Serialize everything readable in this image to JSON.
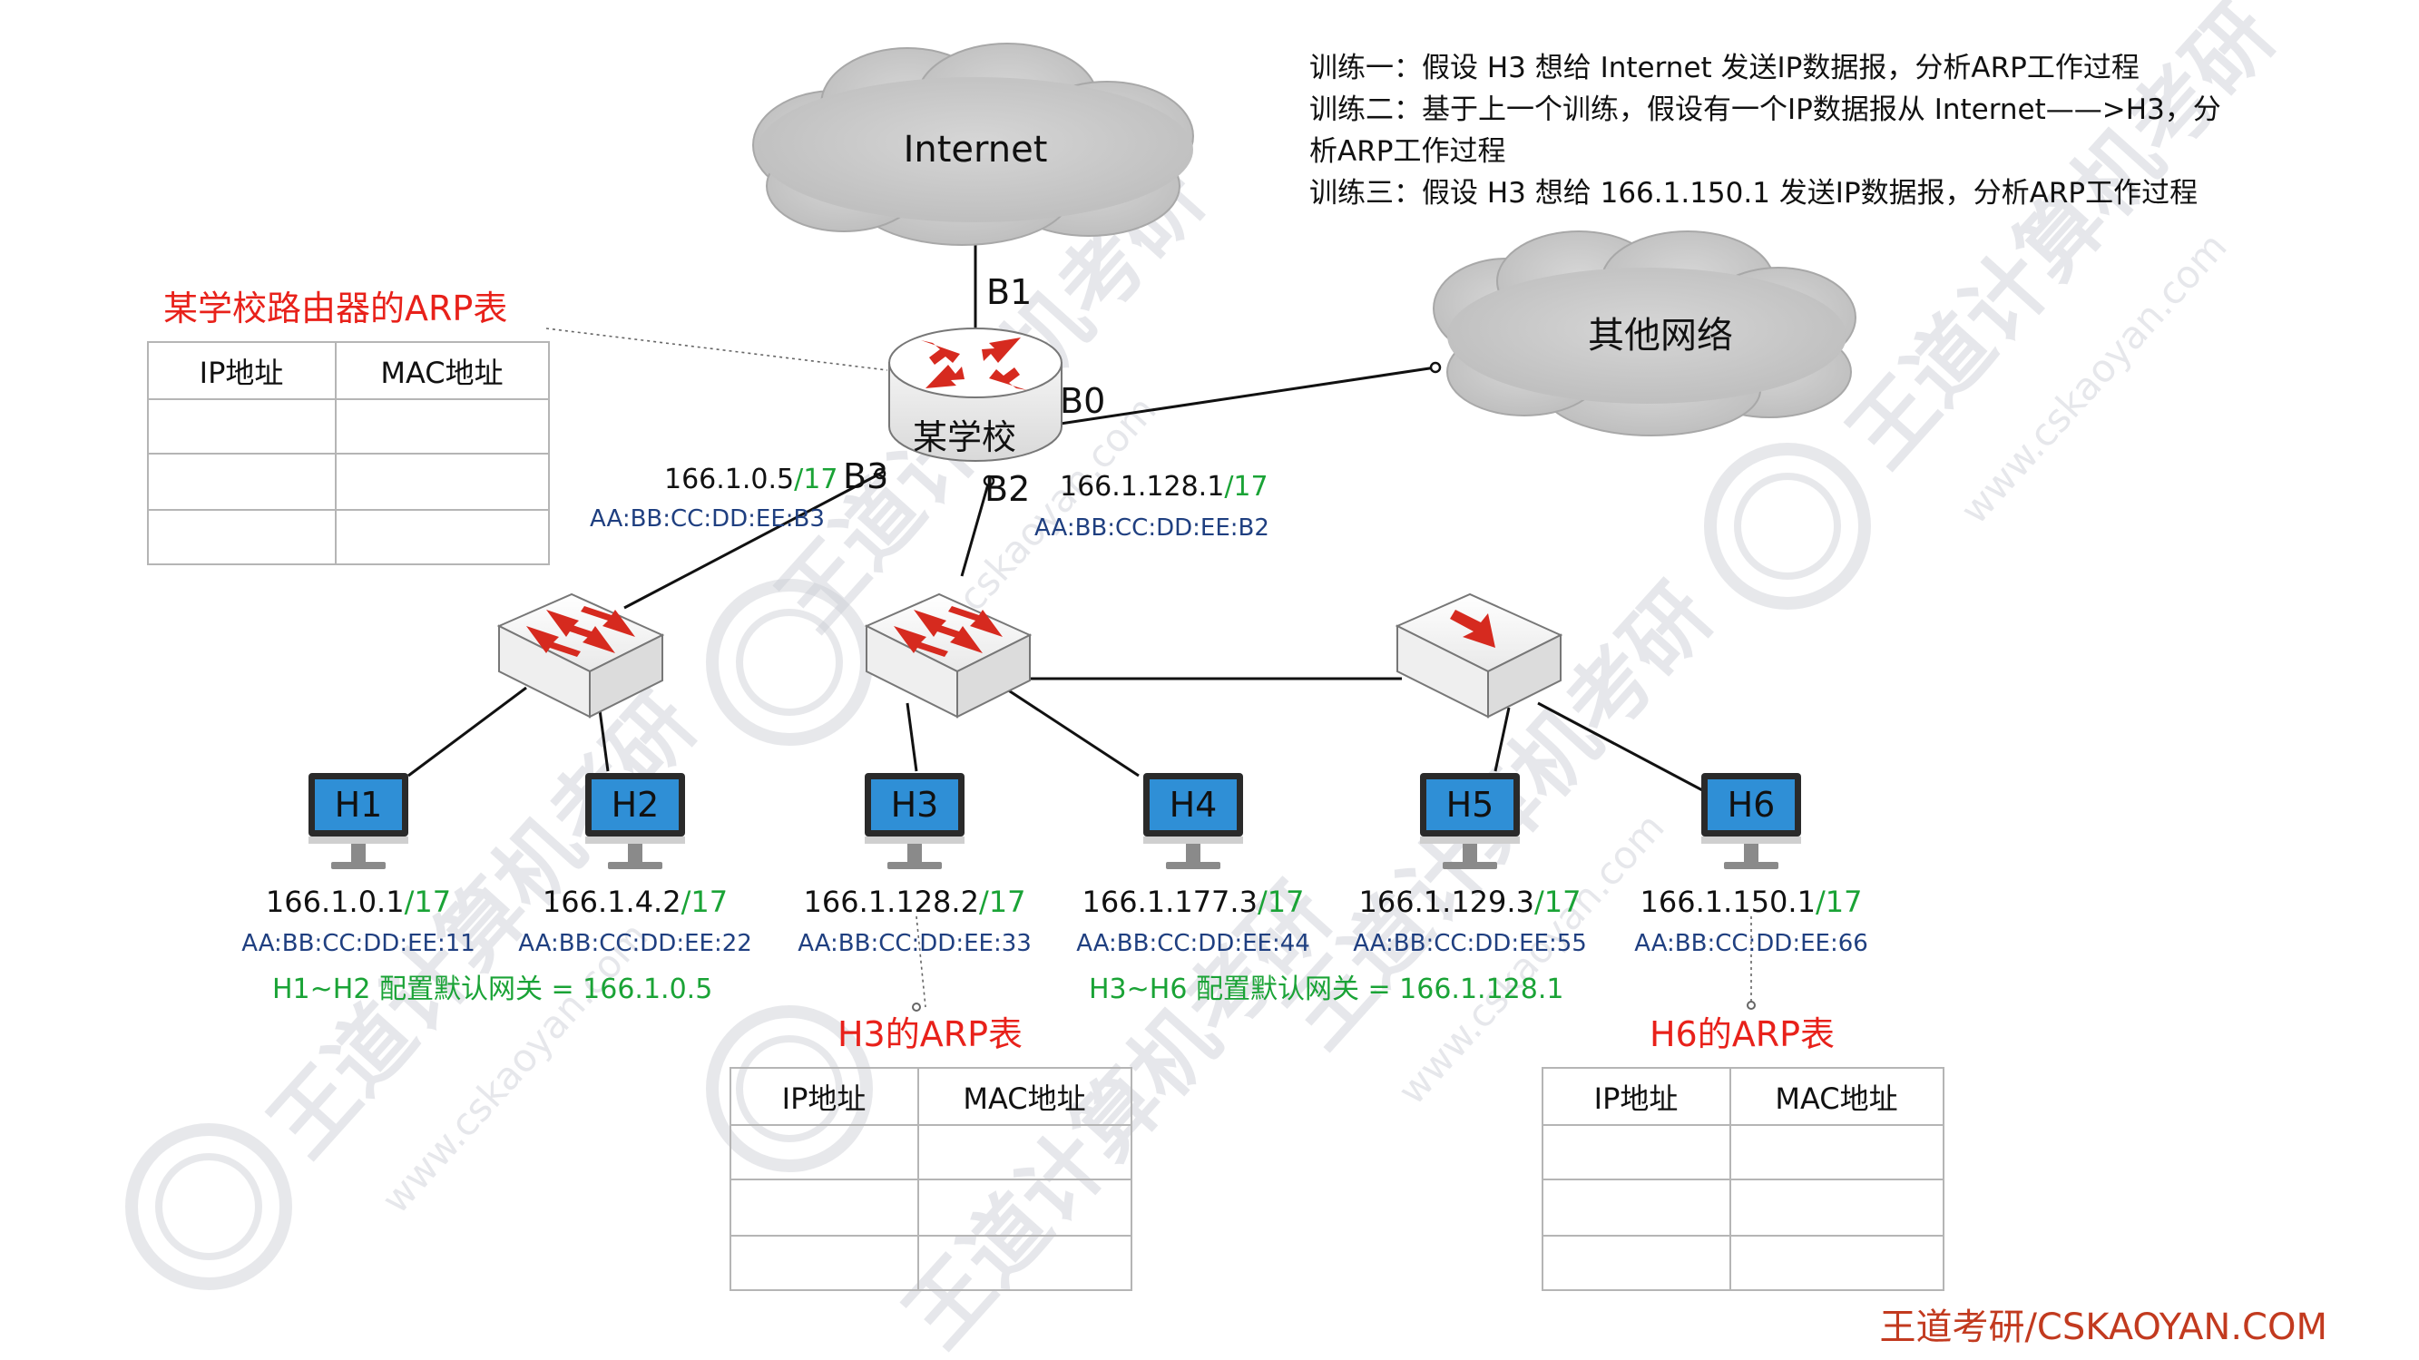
{
  "trainings": [
    "训练一：假设 H3 想给 Internet 发送IP数据报，分析ARP工作过程",
    "训练二：基于上一个训练，假设有一个IP数据报从 Internet——>H3，分",
    "析ARP工作过程",
    "训练三：假设 H3 想给 166.1.150.1 发送IP数据报，分析ARP工作过程"
  ],
  "clouds": {
    "internet": "Internet",
    "other": "其他网络"
  },
  "router": {
    "name": "某学校",
    "ports": {
      "b0": "B0",
      "b1": "B1",
      "b2": "B2",
      "b3": "B3"
    },
    "b3_ip": "166.1.0.5",
    "b3_mask": "/17",
    "b3_mac": "AA:BB:CC:DD:EE:B3",
    "b2_ip": "166.1.128.1",
    "b2_mask": "/17",
    "b2_mac": "AA:BB:CC:DD:EE:B2",
    "arp_title": "某学校路由器的ARP表"
  },
  "arp_headers": {
    "ip": "IP地址",
    "mac": "MAC地址"
  },
  "hosts": [
    {
      "name": "H1",
      "ip": "166.1.0.1",
      "mask": "/17",
      "mac": "AA:BB:CC:DD:EE:11"
    },
    {
      "name": "H2",
      "ip": "166.1.4.2",
      "mask": "/17",
      "mac": "AA:BB:CC:DD:EE:22"
    },
    {
      "name": "H3",
      "ip": "166.1.128.2",
      "mask": "/17",
      "mac": "AA:BB:CC:DD:EE:33"
    },
    {
      "name": "H4",
      "ip": "166.1.177.3",
      "mask": "/17",
      "mac": "AA:BB:CC:DD:EE:44"
    },
    {
      "name": "H5",
      "ip": "166.1.129.3",
      "mask": "/17",
      "mac": "AA:BB:CC:DD:EE:55"
    },
    {
      "name": "H6",
      "ip": "166.1.150.1",
      "mask": "/17",
      "mac": "AA:BB:CC:DD:EE:66"
    }
  ],
  "gateways": {
    "left": "H1~H2 配置默认网关 = 166.1.0.5",
    "right": "H3~H6 配置默认网关 = 166.1.128.1"
  },
  "arp_tables": {
    "h3": "H3的ARP表",
    "h6": "H6的ARP表"
  },
  "brand": "王道考研/CSKAOYAN.COM",
  "watermark": {
    "cn": "王道计算机考研",
    "url": "www.cskaoyan.com"
  },
  "colors": {
    "red": "#e8211a",
    "green": "#1aa336",
    "blue": "#1f3f80",
    "screen": "#2f8fd6"
  }
}
